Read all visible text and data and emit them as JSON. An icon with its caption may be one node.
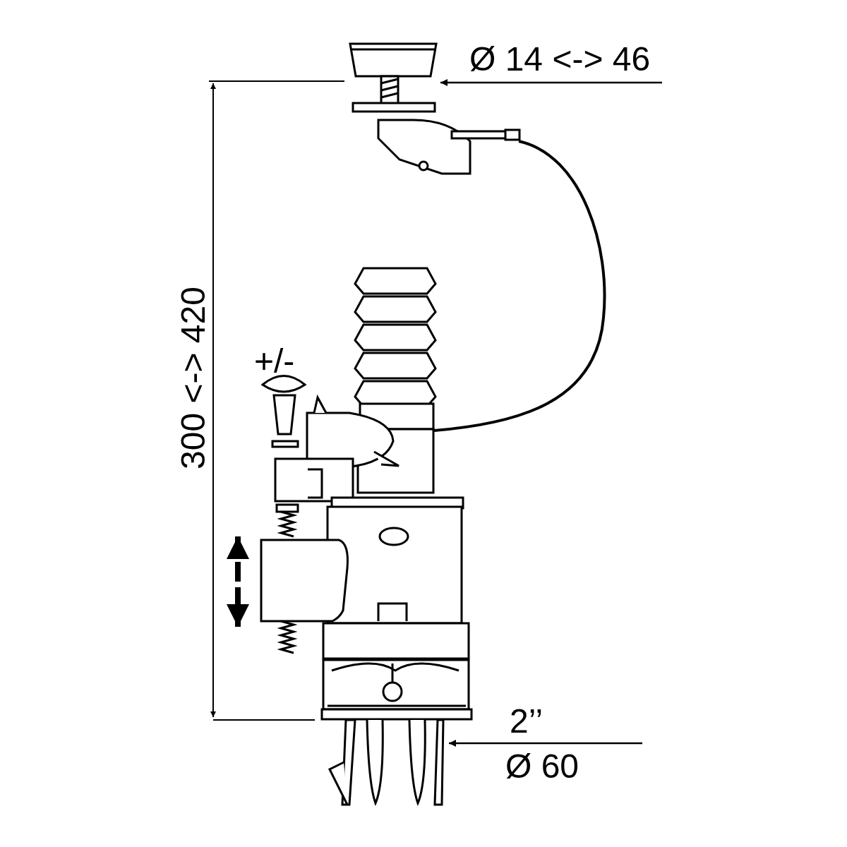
{
  "diagram": {
    "labels": [
      "Ø 14 <-> 46",
      "300 <-> 420",
      "+/-",
      "2’’",
      "Ø 60"
    ]
  }
}
